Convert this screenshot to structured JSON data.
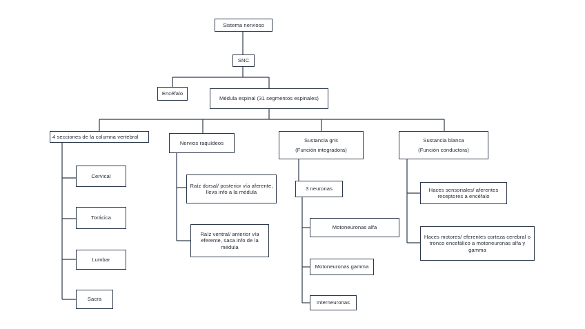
{
  "root": "Sistema nervioso",
  "snc": "SNC",
  "encefalo": "Encéfalo",
  "medula": "Médula espinal (31 segmentos espinales)",
  "secciones": {
    "title": "4 secciones de la columna vertebral",
    "items": [
      "Cervical",
      "Torácica",
      "Lumbar",
      "Sacra"
    ]
  },
  "nervios": {
    "title": "Nervios raquídeos",
    "items": [
      "Raíz dorsal/ posterior vía aferente, lleva info a la médula",
      "Raíz ventral/ anterior vía eferente, saca info de la médula"
    ]
  },
  "gris": {
    "title": "Sustancia gris",
    "subtitle": "(Función integradora)",
    "neuronas": "3 neuronas",
    "items": [
      "Motoneuronas alfa",
      "Motoneuronas gamma",
      "Interneuronas"
    ]
  },
  "blanca": {
    "title": "Sustancia blanca",
    "subtitle": "(Función conductora)",
    "items": [
      "Haces sensoriales/ aferentes receptores a encéfalo",
      "Haces motores/ eferentes corteza cerebral o tronco encefálico a motoneuronas alfa y gamma"
    ]
  }
}
